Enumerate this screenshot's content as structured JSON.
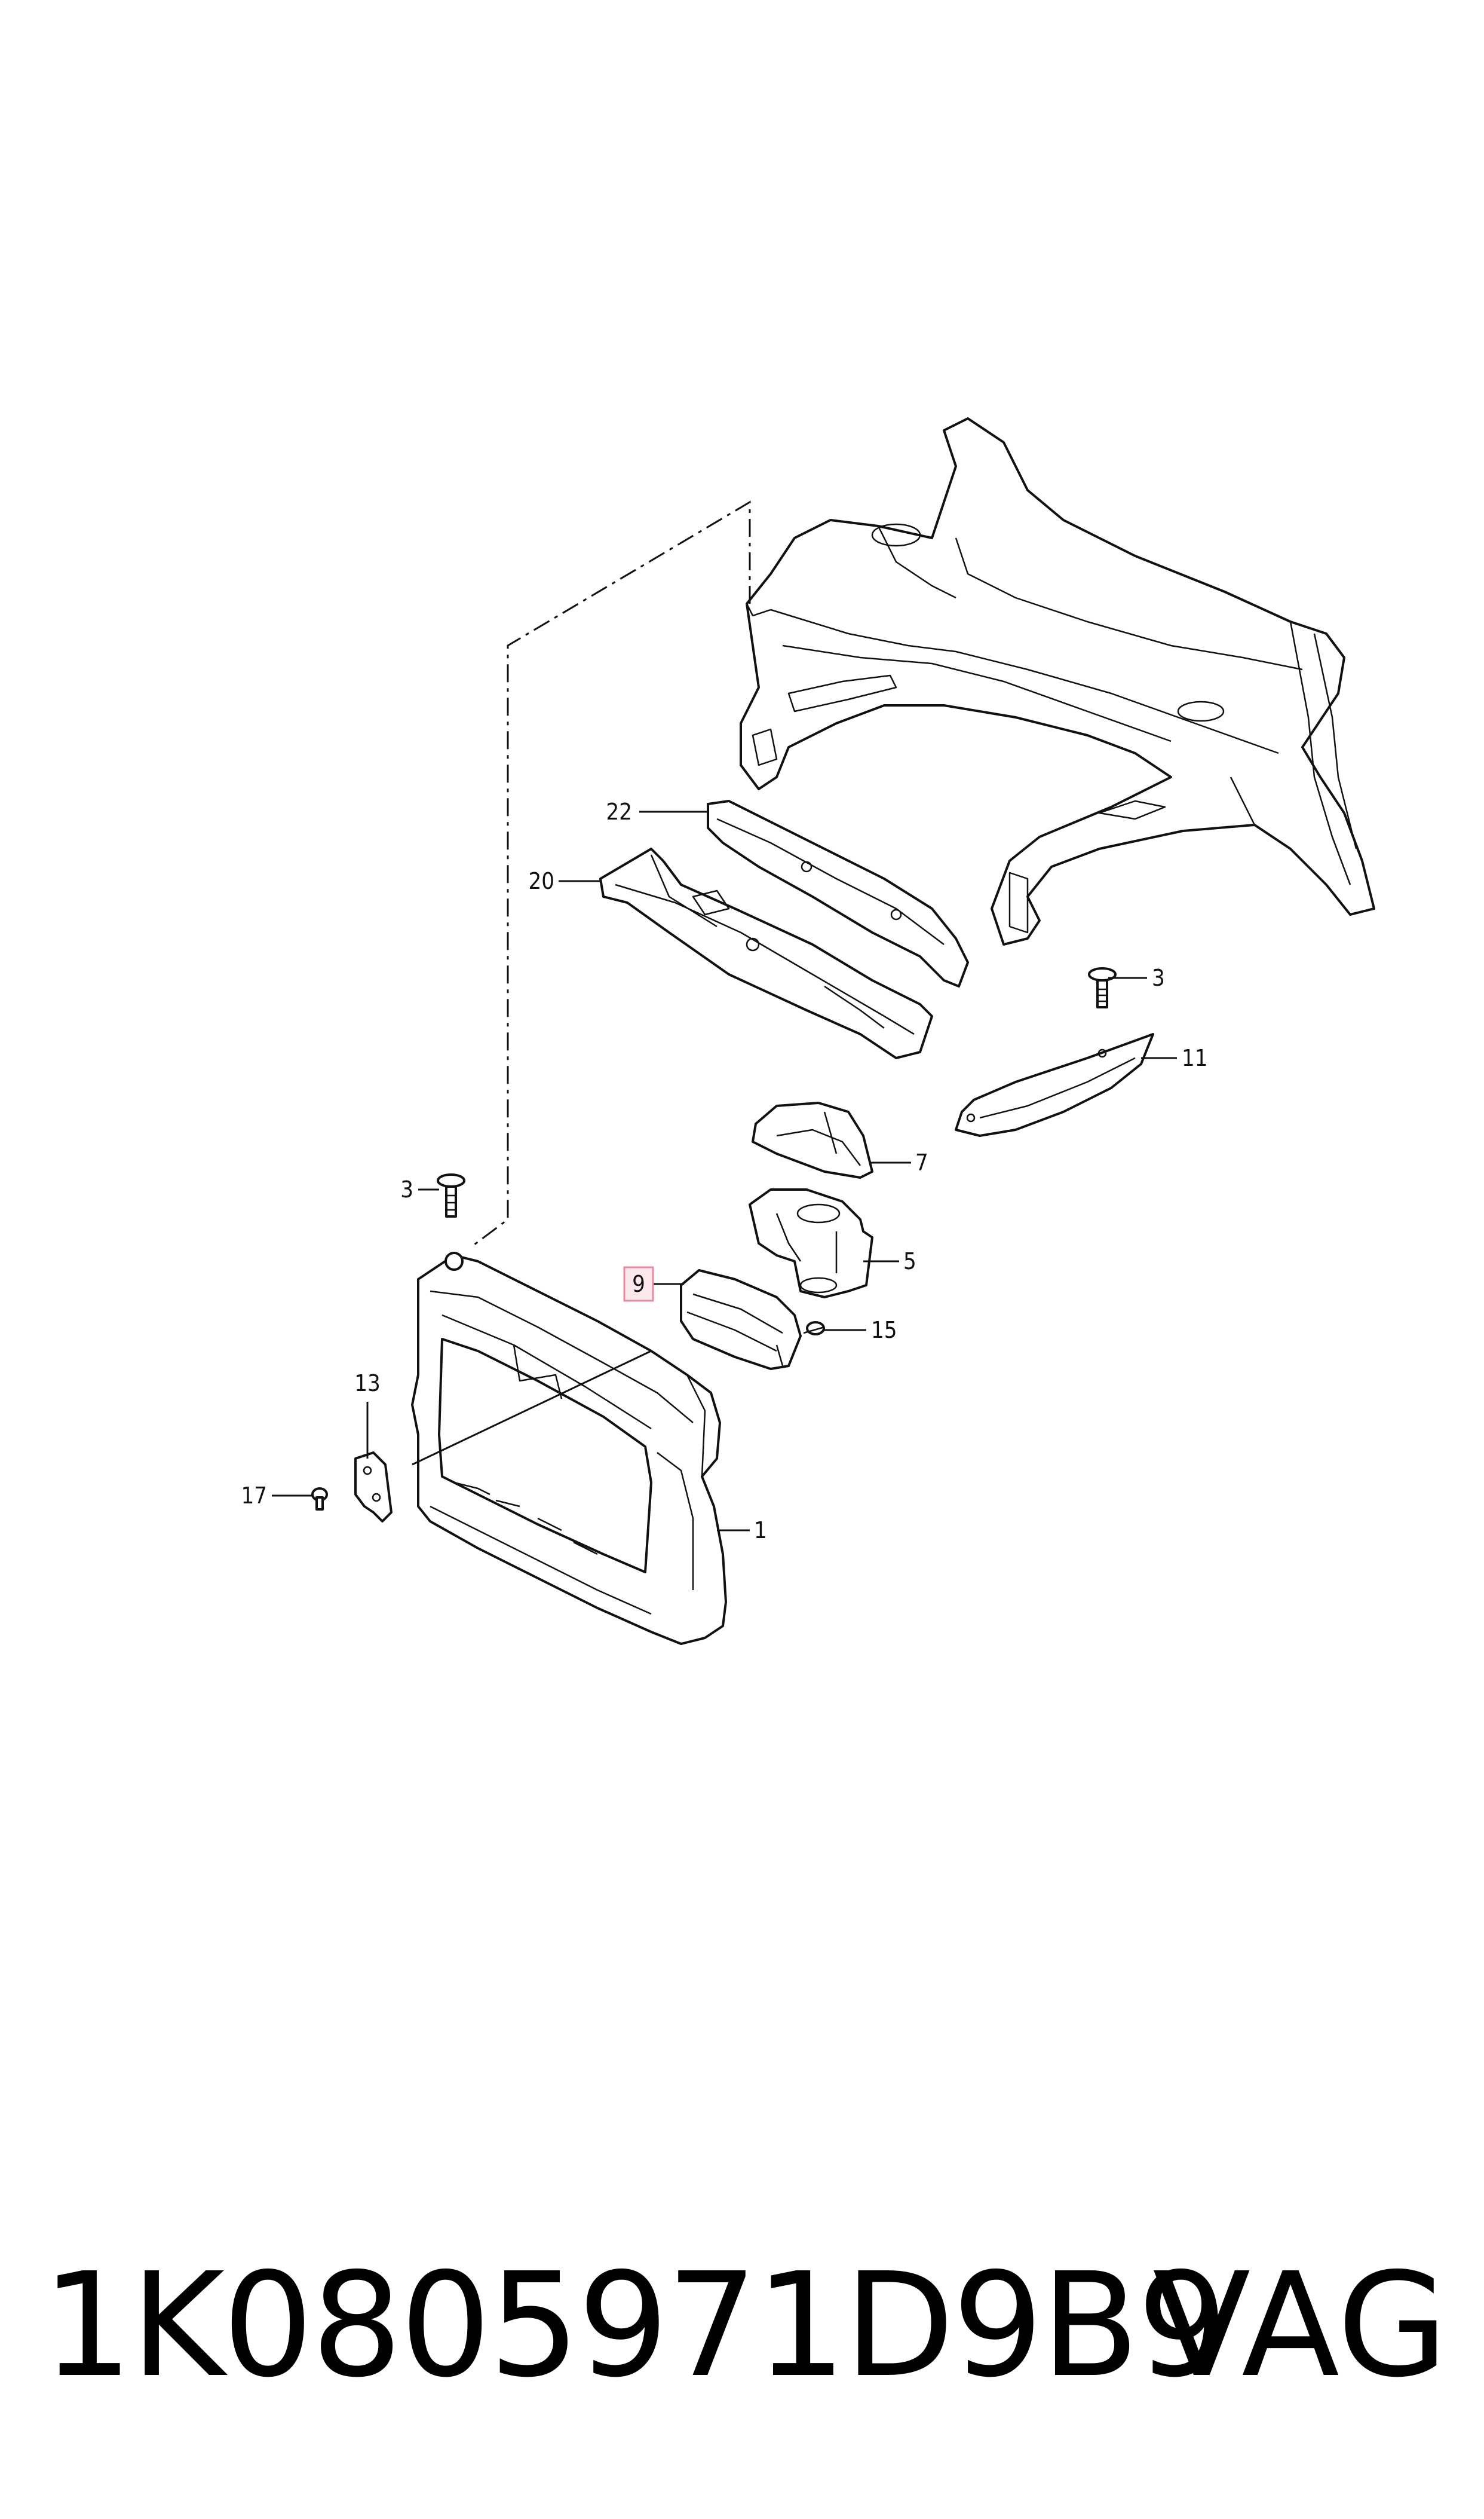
{
  "callouts": {
    "c22": "22",
    "c20": "20",
    "c3a": "3",
    "c11": "11",
    "c7": "7",
    "c3b": "3",
    "c5": "5",
    "c9": "9",
    "c15": "15",
    "c13": "13",
    "c17": "17",
    "c1": "1"
  },
  "highlight_color": "#e88aa3",
  "footer": {
    "part_number": "1K0805971D9B9",
    "brand": "VAG"
  }
}
